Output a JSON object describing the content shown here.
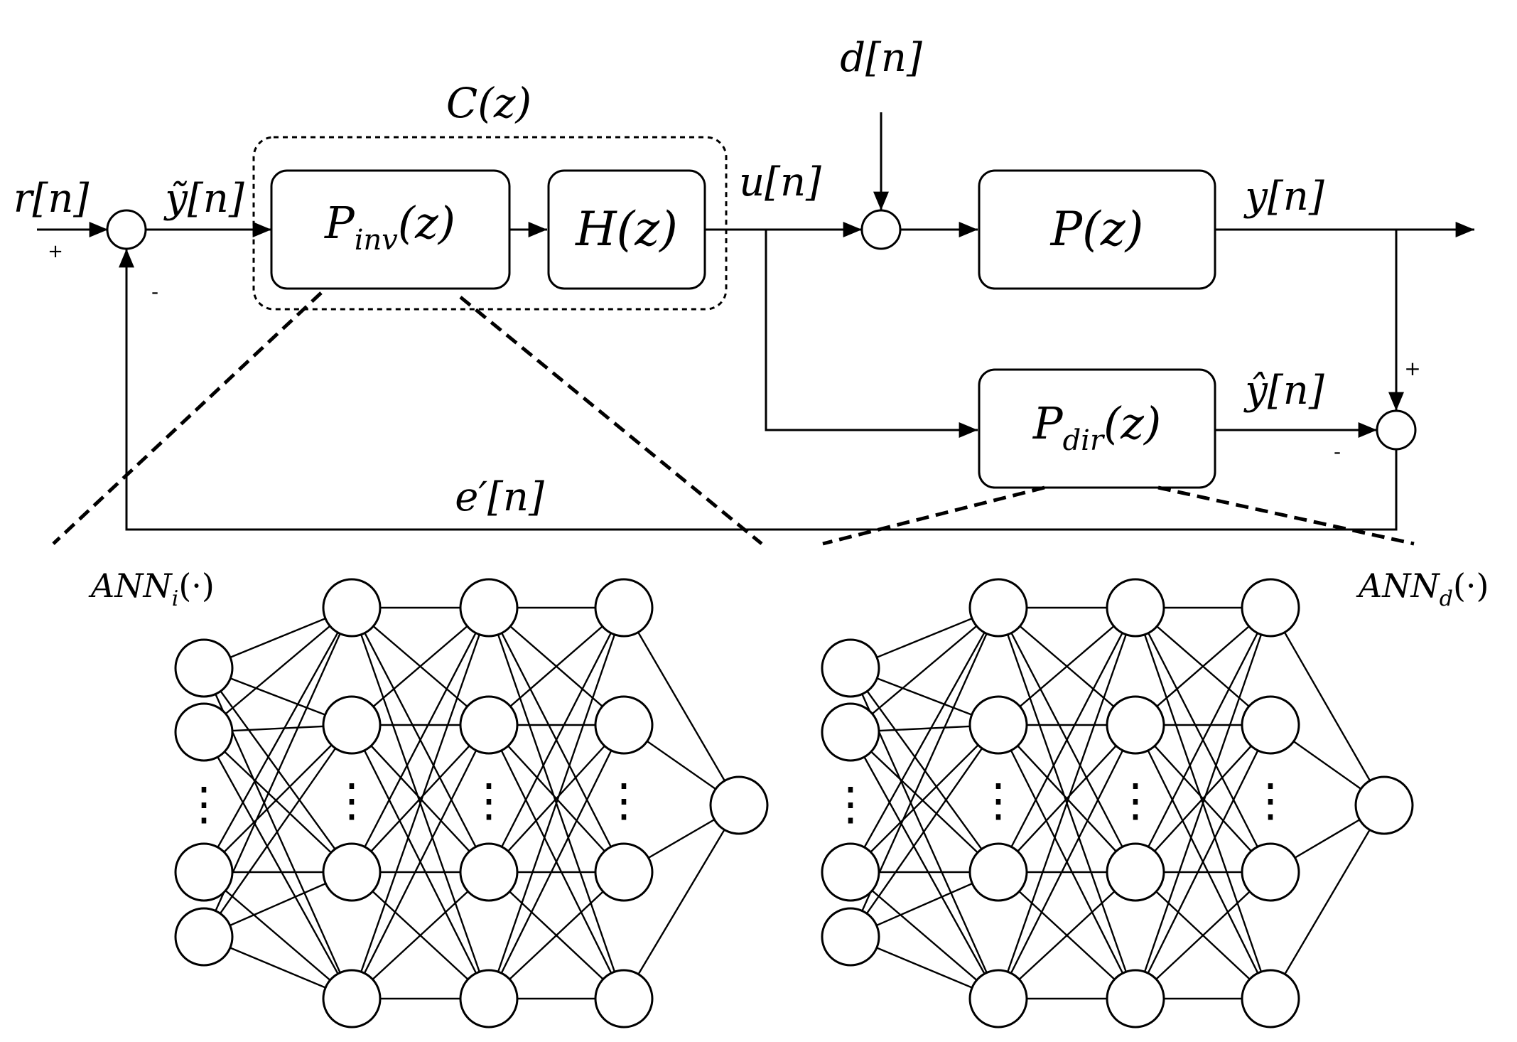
{
  "signals": {
    "r": "r[n]",
    "y_tilde": "ỹ[n]",
    "u": "u[n]",
    "d": "d[n]",
    "y": "y[n]",
    "y_hat": "ŷ[n]",
    "e_prime": "e′[n]"
  },
  "blocks": {
    "controller_group": "C(z)",
    "p_inv": {
      "main": "P",
      "sub": "inv",
      "arg": "(z)"
    },
    "h": "H(z)",
    "p": "P(z)",
    "p_dir": {
      "main": "P",
      "sub": "dir",
      "arg": "(z)"
    }
  },
  "signs": {
    "r_plus": "+",
    "fb_minus": "-",
    "y_plus": "+",
    "yhat_minus": "-"
  },
  "networks": {
    "inverse": {
      "label": {
        "main": "ANN",
        "sub": "i",
        "arg": "(·)"
      },
      "layers": [
        4,
        4,
        4,
        4,
        1
      ],
      "ellipsis": "⋮"
    },
    "direct": {
      "label": {
        "main": "ANN",
        "sub": "d",
        "arg": "(·)"
      },
      "layers": [
        4,
        4,
        4,
        4,
        1
      ],
      "ellipsis": "⋮"
    }
  }
}
